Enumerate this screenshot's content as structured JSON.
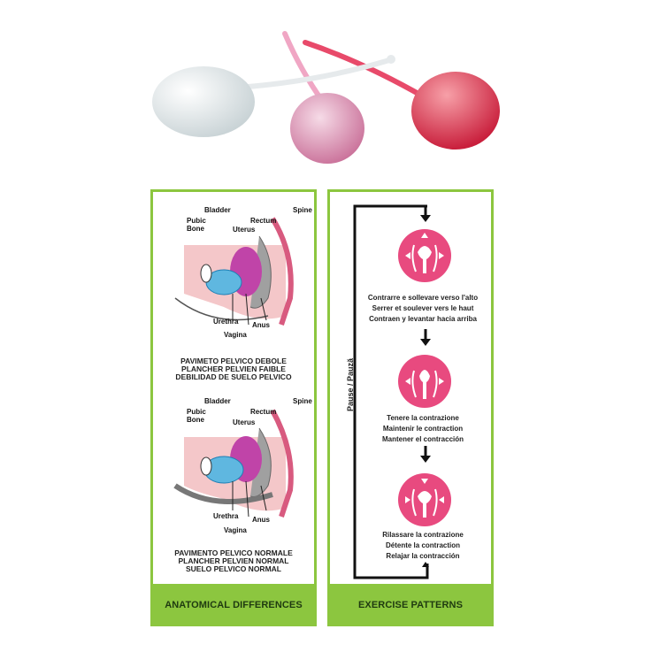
{
  "left_panel": {
    "title": "ANATOMICAL DIFFERENCES",
    "diagram1": {
      "labels": {
        "bladder": "Bladder",
        "spine": "Spine",
        "pubic_bone": "Pubic\nBone",
        "rectum": "Rectum",
        "uterus": "Uterus",
        "urethra": "Urethra",
        "anus": "Anus",
        "vagina": "Vagina"
      },
      "caption": [
        "PAVIMETO PELVICO DEBOLE",
        "PLANCHER PELVIEN FAIBLE",
        "DEBILIDAD DE SUELO PELVICO"
      ]
    },
    "diagram2": {
      "labels": {
        "bladder": "Bladder",
        "spine": "Spine",
        "pubic_bone": "Pubic\nBone",
        "rectum": "Rectum",
        "uterus": "Uterus",
        "urethra": "Urethra",
        "anus": "Anus",
        "vagina": "Vagina"
      },
      "caption": [
        "PAVIMENTO PELVICO NORMALE",
        "PLANCHER PELVIEN NORMAL",
        "SUELO PELVICO NORMAL"
      ]
    }
  },
  "right_panel": {
    "title": "EXERCISE PATTERNS",
    "pause_label": "Pause / Pauză",
    "steps": [
      {
        "lines": [
          "Contrarre e sollevare verso l'alto",
          "Serrer et soulever vers le haut",
          "Contraen y levantar hacia arriba"
        ]
      },
      {
        "lines": [
          "Tenere la contrazione",
          "Maintenir le contraction",
          "Mantener el contracción"
        ]
      },
      {
        "lines": [
          "Rilassare la contrazione",
          "Détente la contraction",
          "Relajar la contracción"
        ]
      }
    ]
  },
  "colors": {
    "green": "#8cc63f",
    "pink": "#e84a7f",
    "red_ball": "#e0344f",
    "light_pink_ball": "#e8a0be",
    "white_ball": "#e9eef0"
  }
}
